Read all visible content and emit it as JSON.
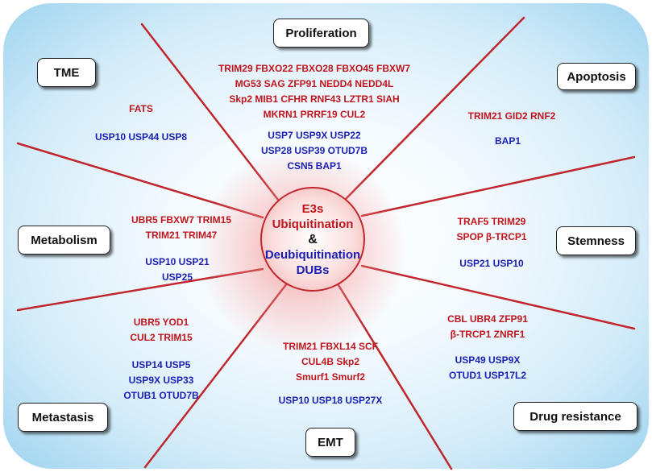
{
  "colors": {
    "e3_text": "#c0151c",
    "dub_text": "#1a1fb4",
    "spoke": "#c0262c",
    "background_edge": "#9ed3ef"
  },
  "center": {
    "line1": "E3s",
    "line2": "Ubiquitination",
    "amp": "&",
    "line3": "Deubiquitination",
    "line4": "DUBs"
  },
  "categories": {
    "proliferation": {
      "label": "Proliferation",
      "e3": [
        "TRIM29 FBXO22 FBXO28 FBXO45 FBXW7",
        "MG53  SAG  ZFP91  NEDD4 NEDD4L",
        "Skp2 MIB1  CFHR  RNF43  LZTR1  SIAH",
        "MKRN1 PRRF19 CUL2"
      ],
      "dubs": [
        "USP7  USP9X USP22",
        "USP28  USP39 OTUD7B",
        "CSN5 BAP1"
      ]
    },
    "tme": {
      "label": "TME",
      "e3": [
        "FATS"
      ],
      "dubs": [
        "USP10  USP44 USP8"
      ]
    },
    "apoptosis": {
      "label": "Apoptosis",
      "e3": [
        "TRIM21  GID2 RNF2"
      ],
      "dubs": [
        "BAP1"
      ]
    },
    "metabolism": {
      "label": "Metabolism",
      "e3": [
        "UBR5  FBXW7 TRIM15",
        "TRIM21 TRIM47"
      ],
      "dubs": [
        "USP10  USP21",
        "USP25"
      ]
    },
    "stemness": {
      "label": "Stemness",
      "e3": [
        "TRAF5 TRIM29",
        "SPOP β-TRCP1"
      ],
      "dubs": [
        "USP21 USP10"
      ]
    },
    "metastasis": {
      "label": "Metastasis",
      "e3": [
        "UBR5  YOD1",
        "CUL2 TRIM15"
      ],
      "dubs": [
        "USP14  USP5",
        "USP9X USP33",
        "OTUB1 OTUD7B"
      ]
    },
    "emt": {
      "label": "EMT",
      "e3": [
        "TRIM21  FBXL14  SCF",
        "CUL4B  Skp2",
        "Smurf1 Smurf2"
      ],
      "dubs": [
        "USP10 USP18 USP27X"
      ]
    },
    "drug_resistance": {
      "label": "Drug resistance",
      "e3": [
        "CBL  UBR4  ZFP91",
        "β-TRCP1 ZNRF1"
      ],
      "dubs": [
        "USP49  USP9X",
        "OTUD1 USP17L2"
      ]
    }
  }
}
